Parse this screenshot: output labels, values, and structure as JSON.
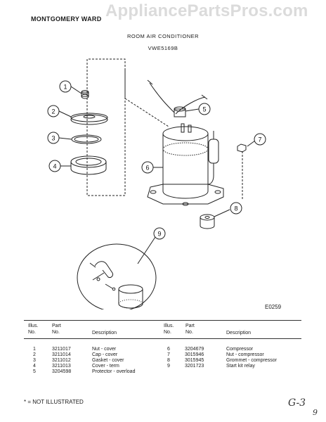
{
  "watermark": "AppliancePartsPros.com",
  "header": {
    "brand": "MONTGOMERY WARD",
    "title": "ROOM AIR CONDITIONER",
    "model": "VWE5169B"
  },
  "diagram": {
    "figure_code": "E0259",
    "callouts": [
      "1",
      "2",
      "3",
      "4",
      "5",
      "6",
      "7",
      "8",
      "9"
    ]
  },
  "table": {
    "columns": {
      "illus_no": "Illus.\nNo.",
      "part_no": "Part\nNo.",
      "description": "Description"
    },
    "left_rows": [
      {
        "illus": "1",
        "part": "3211017",
        "desc": "Nut - cover"
      },
      {
        "illus": "2",
        "part": "3211014",
        "desc": "Cap - cover"
      },
      {
        "illus": "3",
        "part": "3211012",
        "desc": "Gasket - cover"
      },
      {
        "illus": "4",
        "part": "3211013",
        "desc": "Cover - term"
      },
      {
        "illus": "5",
        "part": "3204598",
        "desc": "Protector - overload"
      }
    ],
    "right_rows": [
      {
        "illus": "6",
        "part": "3204679",
        "desc": "Compressor"
      },
      {
        "illus": "7",
        "part": "3015946",
        "desc": "Nut - compressor"
      },
      {
        "illus": "8",
        "part": "3015945",
        "desc": "Grommet - compressor"
      },
      {
        "illus": "9",
        "part": "3201723",
        "desc": "Start kit relay"
      }
    ]
  },
  "footer": {
    "not_illustrated": "* = NOT ILLUSTRATED",
    "handwritten_1": "G-3",
    "handwritten_2": "9"
  }
}
